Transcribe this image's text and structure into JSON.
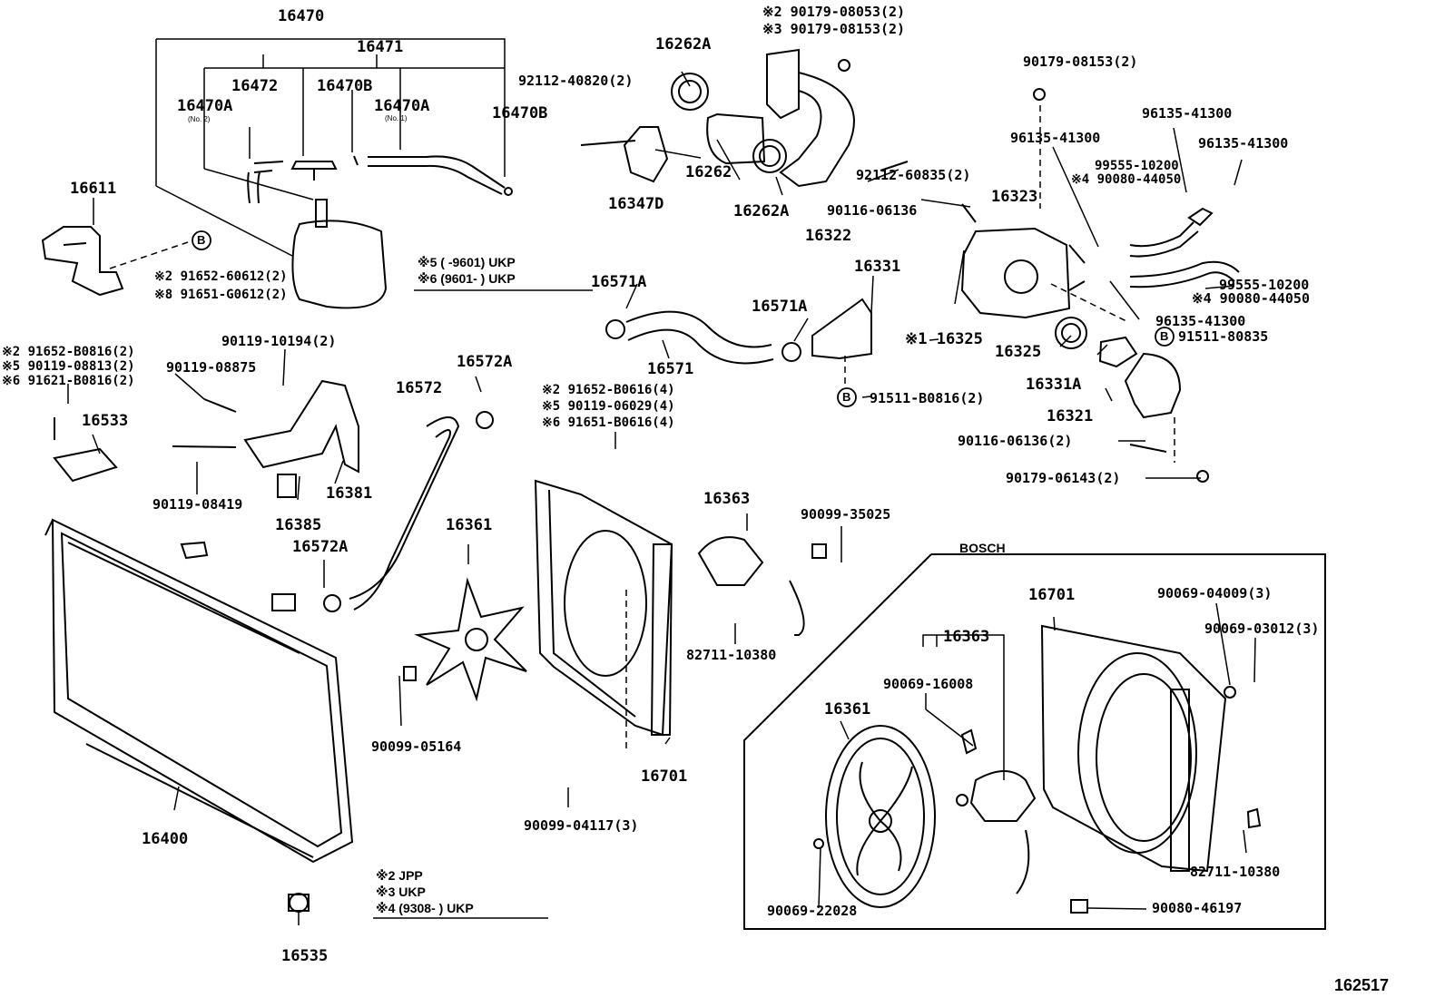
{
  "labels": {
    "p16470": "16470",
    "p16471": "16471",
    "p16472": "16472",
    "p16470B_a": "16470B",
    "p16470A_a": "16470A",
    "no2": "(No. 2)",
    "p16470A_b": "16470A",
    "no1": "(No. 1)",
    "p16470B_b": "16470B",
    "p92112_40820": "92112-40820(2)",
    "p16262A_a": "16262A",
    "p90179_08053": "※2 90179-08053(2)",
    "p90179_08153_top": "※3 90179-08153(2)",
    "p90179_08153_r": "90179-08153(2)",
    "p16262": "16262",
    "p16347D": "16347D",
    "p16262A_b": "16262A",
    "p16322": "16322",
    "p92112_60835": "92112-60835(2)",
    "p90116_06136_a": "90116-06136",
    "p16323": "16323",
    "p96135_41300_a": "96135-41300",
    "p96135_41300_b": "96135-41300",
    "p96135_41300_c": "96135-41300",
    "p99555_10200_a": "99555-10200",
    "p90080_44050_a": "※4 90080-44050",
    "p99555_10200_b": "99555-10200",
    "p90080_44050_b": "※4 90080-44050",
    "p96135_41300_d": "96135-41300",
    "p91511_80835": "91511-80835",
    "p16611": "16611",
    "p91652_60612": "※2 91652-60612(2)",
    "p91651_G0612": "※8 91651-G0612(2)",
    "note5": "※5 (      -9601) UKP",
    "note6": "※6 (9601-       ) UKP",
    "p16571A_a": "16571A",
    "p16571A_b": "16571A",
    "p16331": "16331",
    "p16571": "16571",
    "p16325_star": "※1 16325",
    "p16325": "16325",
    "p16331A": "16331A",
    "p91511_B0816": "91511-B0816(2)",
    "p16321": "16321",
    "p90116_06136_b": "90116-06136(2)",
    "p90179_06143": "90179-06143(2)",
    "s2_91652_B0816": "※2 91652-B0816(2)",
    "s5_90119_08813": "※5 90119-08813(2)",
    "s6_91621_B0816": "※6 91621-B0816(2)",
    "p90119_10194": "90119-10194(2)",
    "p90119_08875": "90119-08875",
    "p16533": "16533",
    "p16381": "16381",
    "p16385": "16385",
    "p90119_08419": "90119-08419",
    "p16572": "16572",
    "p16572A_a": "16572A",
    "p16572A_b": "16572A",
    "s2_91652_B0616": "※2 91652-B0616(4)",
    "s5_90119_06029": "※5 90119-06029(4)",
    "s6_91651_B0616": "※6 91651-B0616(4)",
    "p16361_a": "16361",
    "p16363_a": "16363",
    "p90099_35025": "90099-35025",
    "p82711_10380_a": "82711-10380",
    "p90099_05164": "90099-05164",
    "p16701_a": "16701",
    "p90099_04117": "90099-04117(3)",
    "p16400": "16400",
    "p16535": "16535",
    "bosch": "BOSCH",
    "p16701_b": "16701",
    "p16363_b": "16363",
    "p90069_16008": "90069-16008",
    "p16361_b": "16361",
    "p90069_04009": "90069-04009(3)",
    "p90069_03012": "90069-03012(3)",
    "p82711_10380_b": "82711-10380",
    "p90069_22028": "90069-22028",
    "p90080_46197": "90080-46197",
    "note2": "※2 JPP",
    "note3": "※3 UKP",
    "note4": "※4 (9308-       ) UKP",
    "figure_no": "162517",
    "circB1": "B",
    "circB2": "B",
    "circB3": "B"
  }
}
